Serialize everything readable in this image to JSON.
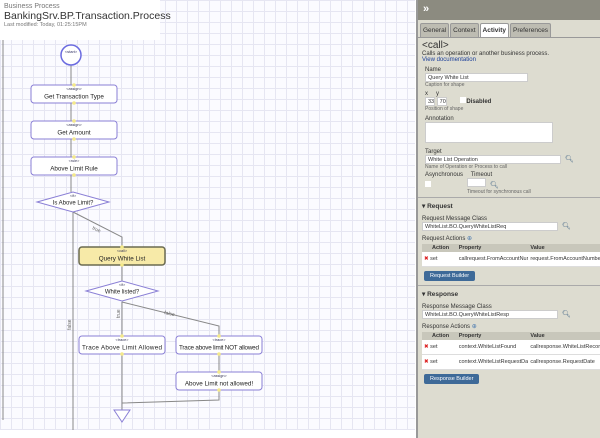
{
  "header": {
    "kind": "Business Process",
    "title": "BankingSrv.BP.Transaction.Process",
    "modified": "Last modified: Today, 01:25:15PM"
  },
  "diagram": {
    "start": "<start>",
    "nodes": [
      {
        "type": "<assign>",
        "label": "Get Transaction Type"
      },
      {
        "type": "<assign>",
        "label": "Get Amount"
      },
      {
        "type": "<rule>",
        "label": "Above Limit Rule"
      },
      {
        "type": "<if>",
        "label": "Is Above Limit?"
      },
      {
        "type": "<call>",
        "label": "Query White List"
      },
      {
        "type": "<if>",
        "label": "White listed?"
      },
      {
        "type": "<trace>",
        "label": "Trace Above Limit Allowed"
      },
      {
        "type": "<trace>",
        "label": "Trace above limit NOT allowed"
      },
      {
        "type": "<assign>",
        "label": "Above Limit not allowed!"
      }
    ],
    "edges": {
      "true": "true",
      "false": "false"
    }
  },
  "panel": {
    "collapse": "»",
    "tabs": [
      "General",
      "Context",
      "Activity",
      "Preferences"
    ],
    "active_tab": "Activity",
    "element": "<call>",
    "desc": "Calls an operation or another business process.",
    "doc_link": "View documentation",
    "name_label": "Name",
    "name_value": "Query White List",
    "name_hint": "Caption for shape",
    "x_label": "x",
    "y_label": "y",
    "x_value": "33",
    "y_value": "70",
    "disabled_label": "Disabled",
    "pos_hint": "Position of shape",
    "annotation_label": "Annotation",
    "target_label": "Target",
    "target_value": "White List Operation",
    "target_hint": "Name of Operation or Process to call",
    "async_label": "Asynchronous",
    "timeout_label": "Timeout",
    "timeout_hint": "Timeout for synchronous call",
    "request": {
      "title": "Request",
      "class_label": "Request Message Class",
      "class_value": "WhiteList.BO.QueryWhiteListReq",
      "actions_label": "Request Actions",
      "cols": [
        "Action",
        "Property",
        "Value"
      ],
      "rows": [
        [
          "set",
          "callrequest.FromAccountNumber",
          "request.FromAccountNumber"
        ]
      ],
      "builder": "Request Builder"
    },
    "response": {
      "title": "Response",
      "class_label": "Response Message Class",
      "class_value": "WhiteList.BO.QueryWhiteListResp",
      "actions_label": "Response Actions",
      "cols": [
        "Action",
        "Property",
        "Value"
      ],
      "rows": [
        [
          "set",
          "context.WhiteListFound",
          "callresponse.WhiteListRecord"
        ],
        [
          "set",
          "context.WhiteListRequestDate",
          "callresponse.RequestDate"
        ]
      ],
      "builder": "Response Builder"
    }
  },
  "colors": {
    "node_border": "#8a7fd6",
    "selected_fill": "#f7eaa8",
    "connector": "#888888",
    "button": "#3e6a98"
  }
}
